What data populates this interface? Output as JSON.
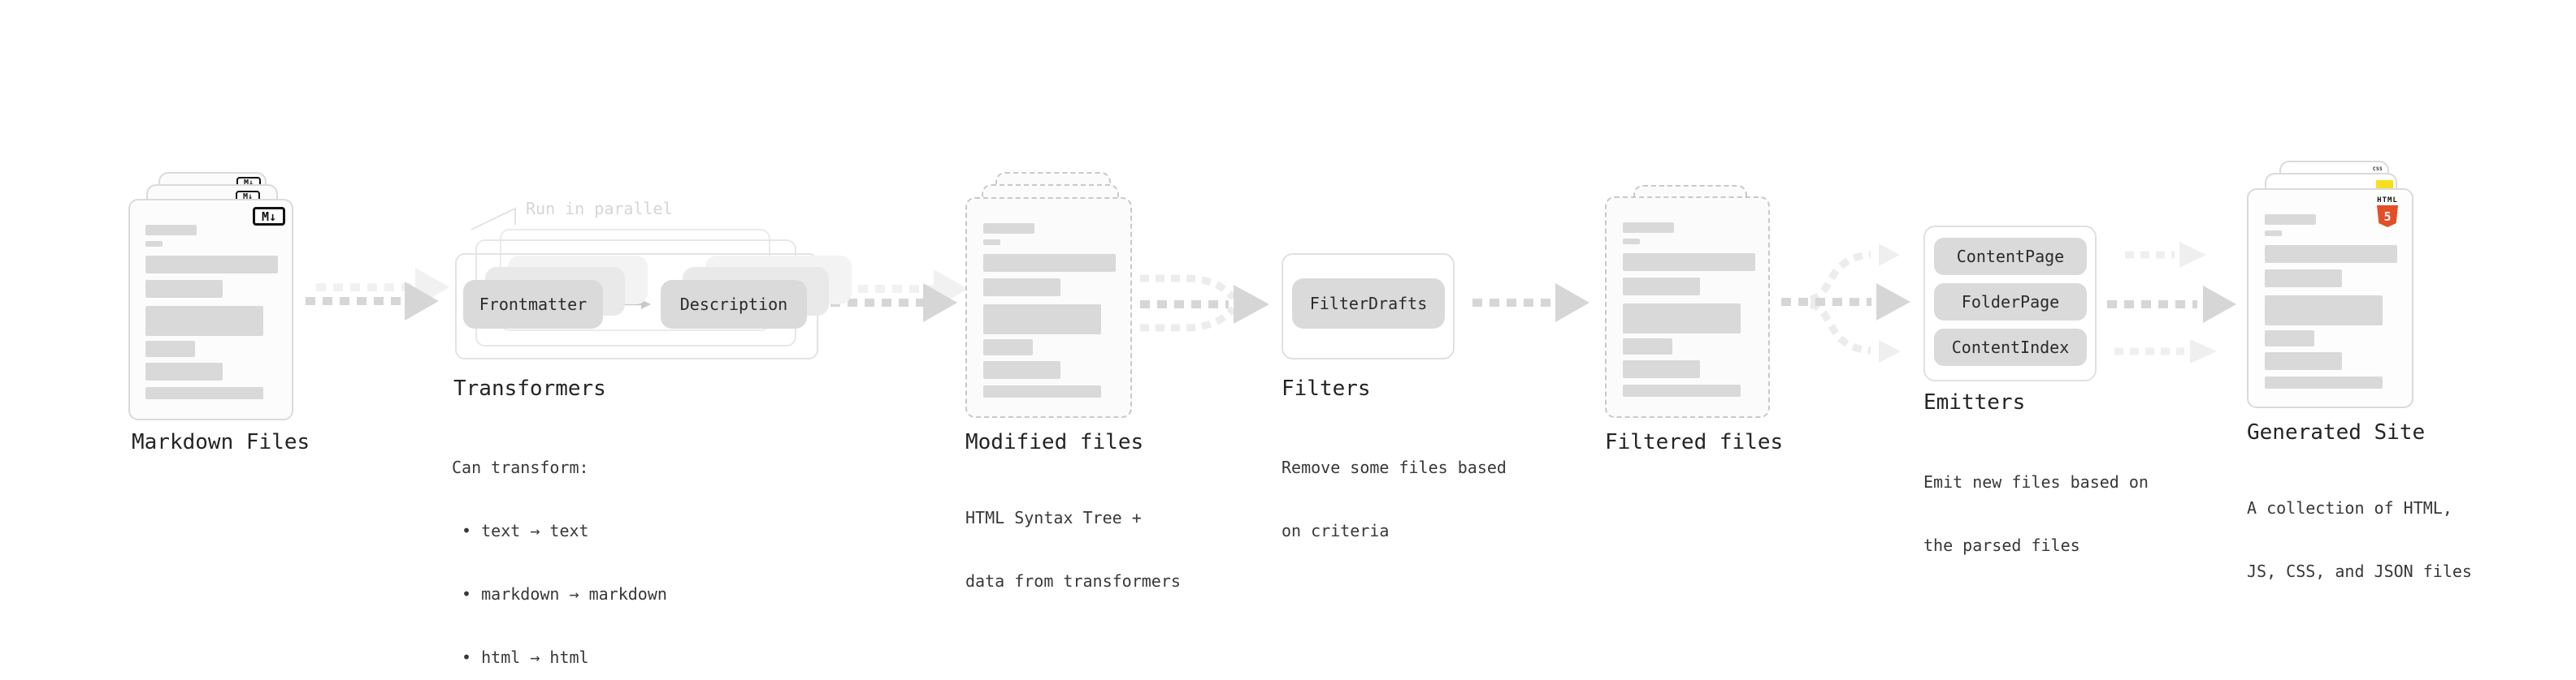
{
  "diagram": {
    "annotation": {
      "run_in_parallel": "Run in parallel"
    },
    "file_card_bars": [
      [
        63,
        13,
        0
      ],
      [
        21,
        7,
        7
      ],
      [
        163,
        22,
        11
      ],
      [
        95,
        22,
        8
      ],
      [
        145,
        37,
        10
      ],
      [
        61,
        20,
        6
      ],
      [
        95,
        22,
        7
      ],
      [
        145,
        15,
        8
      ]
    ],
    "stages": {
      "markdown_files": {
        "title": "Markdown Files",
        "badge": "M↓"
      },
      "transformers": {
        "title": "Transformers",
        "pills": [
          "Frontmatter",
          "Description"
        ],
        "description_lines": [
          "Can transform:",
          " • text → text",
          " • markdown → markdown",
          " • html → html"
        ]
      },
      "modified_files": {
        "title": "Modified files",
        "description_lines": [
          "HTML Syntax Tree +",
          "data from transformers"
        ]
      },
      "filters": {
        "title": "Filters",
        "pills": [
          "FilterDrafts"
        ],
        "description_lines": [
          "Remove some files based",
          "on criteria"
        ]
      },
      "filtered_files": {
        "title": "Filtered files"
      },
      "emitters": {
        "title": "Emitters",
        "pills": [
          "ContentPage",
          "FolderPage",
          "ContentIndex"
        ],
        "description_lines": [
          "Emit new files based on",
          "the parsed files"
        ]
      },
      "generated_site": {
        "title": "Generated Site",
        "badges": {
          "css": "CSS",
          "html": "HTML",
          "html_number": "5"
        },
        "description_lines": [
          "A collection of HTML,",
          "JS, CSS, and JSON files"
        ]
      }
    },
    "colors": {
      "html5_orange": "#e44d26",
      "js_yellow": "#f7df1e",
      "css_blue": "#2962e9"
    }
  }
}
